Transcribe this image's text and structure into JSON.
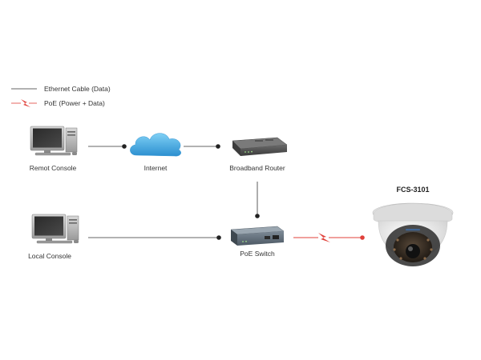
{
  "legend": {
    "ethernet_label": "Ethernet Cable (Data)",
    "poe_label": "PoE (Power + Data)"
  },
  "nodes": {
    "remote_console": {
      "label": "Remot Console",
      "icon": "desktop-computer-icon"
    },
    "internet": {
      "label": "Internet",
      "icon": "cloud-icon"
    },
    "broadband_router": {
      "label": "Broadband Router",
      "icon": "router-icon"
    },
    "local_console": {
      "label": "Local Console",
      "icon": "desktop-computer-icon"
    },
    "poe_switch": {
      "label": "PoE Switch",
      "icon": "switch-icon"
    },
    "camera": {
      "label": "FCS-3101",
      "icon": "dome-camera-icon"
    }
  },
  "colors": {
    "ethernet": "#333333",
    "poe": "#e0403a",
    "cloud": "#4aaee0"
  }
}
